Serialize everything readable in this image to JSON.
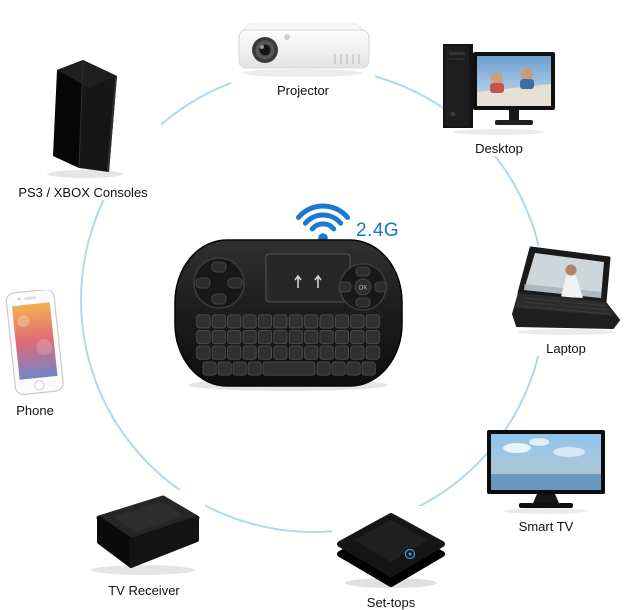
{
  "diagram": {
    "band_label": "2.4G",
    "keyboard_ok_label": "OK",
    "accent_color": "#1b73c8",
    "ring_color": "#aed9f1",
    "devices": [
      {
        "id": "projector",
        "label": "Projector"
      },
      {
        "id": "desktop",
        "label": "Desktop"
      },
      {
        "id": "laptop",
        "label": "Laptop"
      },
      {
        "id": "smart-tv",
        "label": "Smart TV"
      },
      {
        "id": "set-tops",
        "label": "Set-tops"
      },
      {
        "id": "tv-receiver",
        "label": "TV Receiver"
      },
      {
        "id": "phone",
        "label": "Phone"
      },
      {
        "id": "consoles",
        "label": "PS3 / XBOX Consoles"
      }
    ],
    "icons": {
      "center_wireless": "wifi-icon",
      "center_device": "mini-wireless-keyboard-image",
      "device_images": [
        "projector-image",
        "desktop-image",
        "laptop-image",
        "smart-tv-image",
        "set-top-box-image",
        "tv-receiver-image",
        "smartphone-image",
        "ps4-console-image"
      ]
    }
  }
}
